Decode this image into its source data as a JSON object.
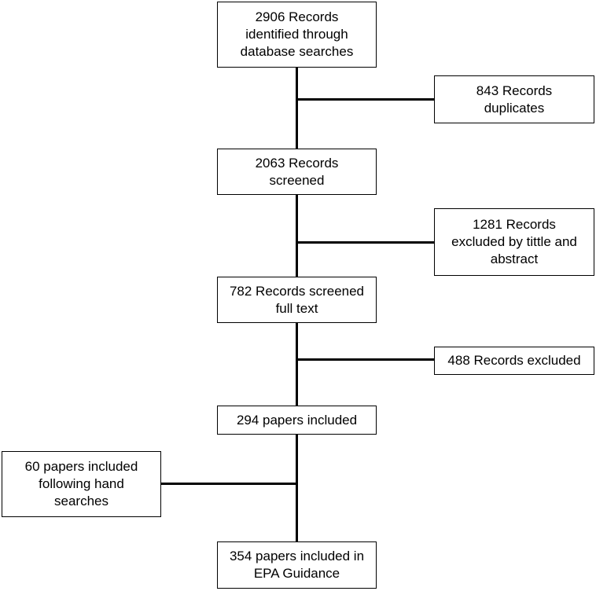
{
  "flowchart": {
    "identified": "2906 Records\nidentified through\ndatabase searches",
    "duplicates": "843 Records\nduplicates",
    "screened": "2063 Records\nscreened",
    "excluded_title_abstract": "1281 Records\nexcluded by tittle and\nabstract",
    "screened_full_text": "782 Records screened\nfull text",
    "excluded_full_text": "488 Records excluded",
    "papers_included": "294 papers included",
    "hand_searches": "60 papers included\nfollowing hand\nsearches",
    "final_included": "354 papers included in\nEPA Guidance"
  }
}
